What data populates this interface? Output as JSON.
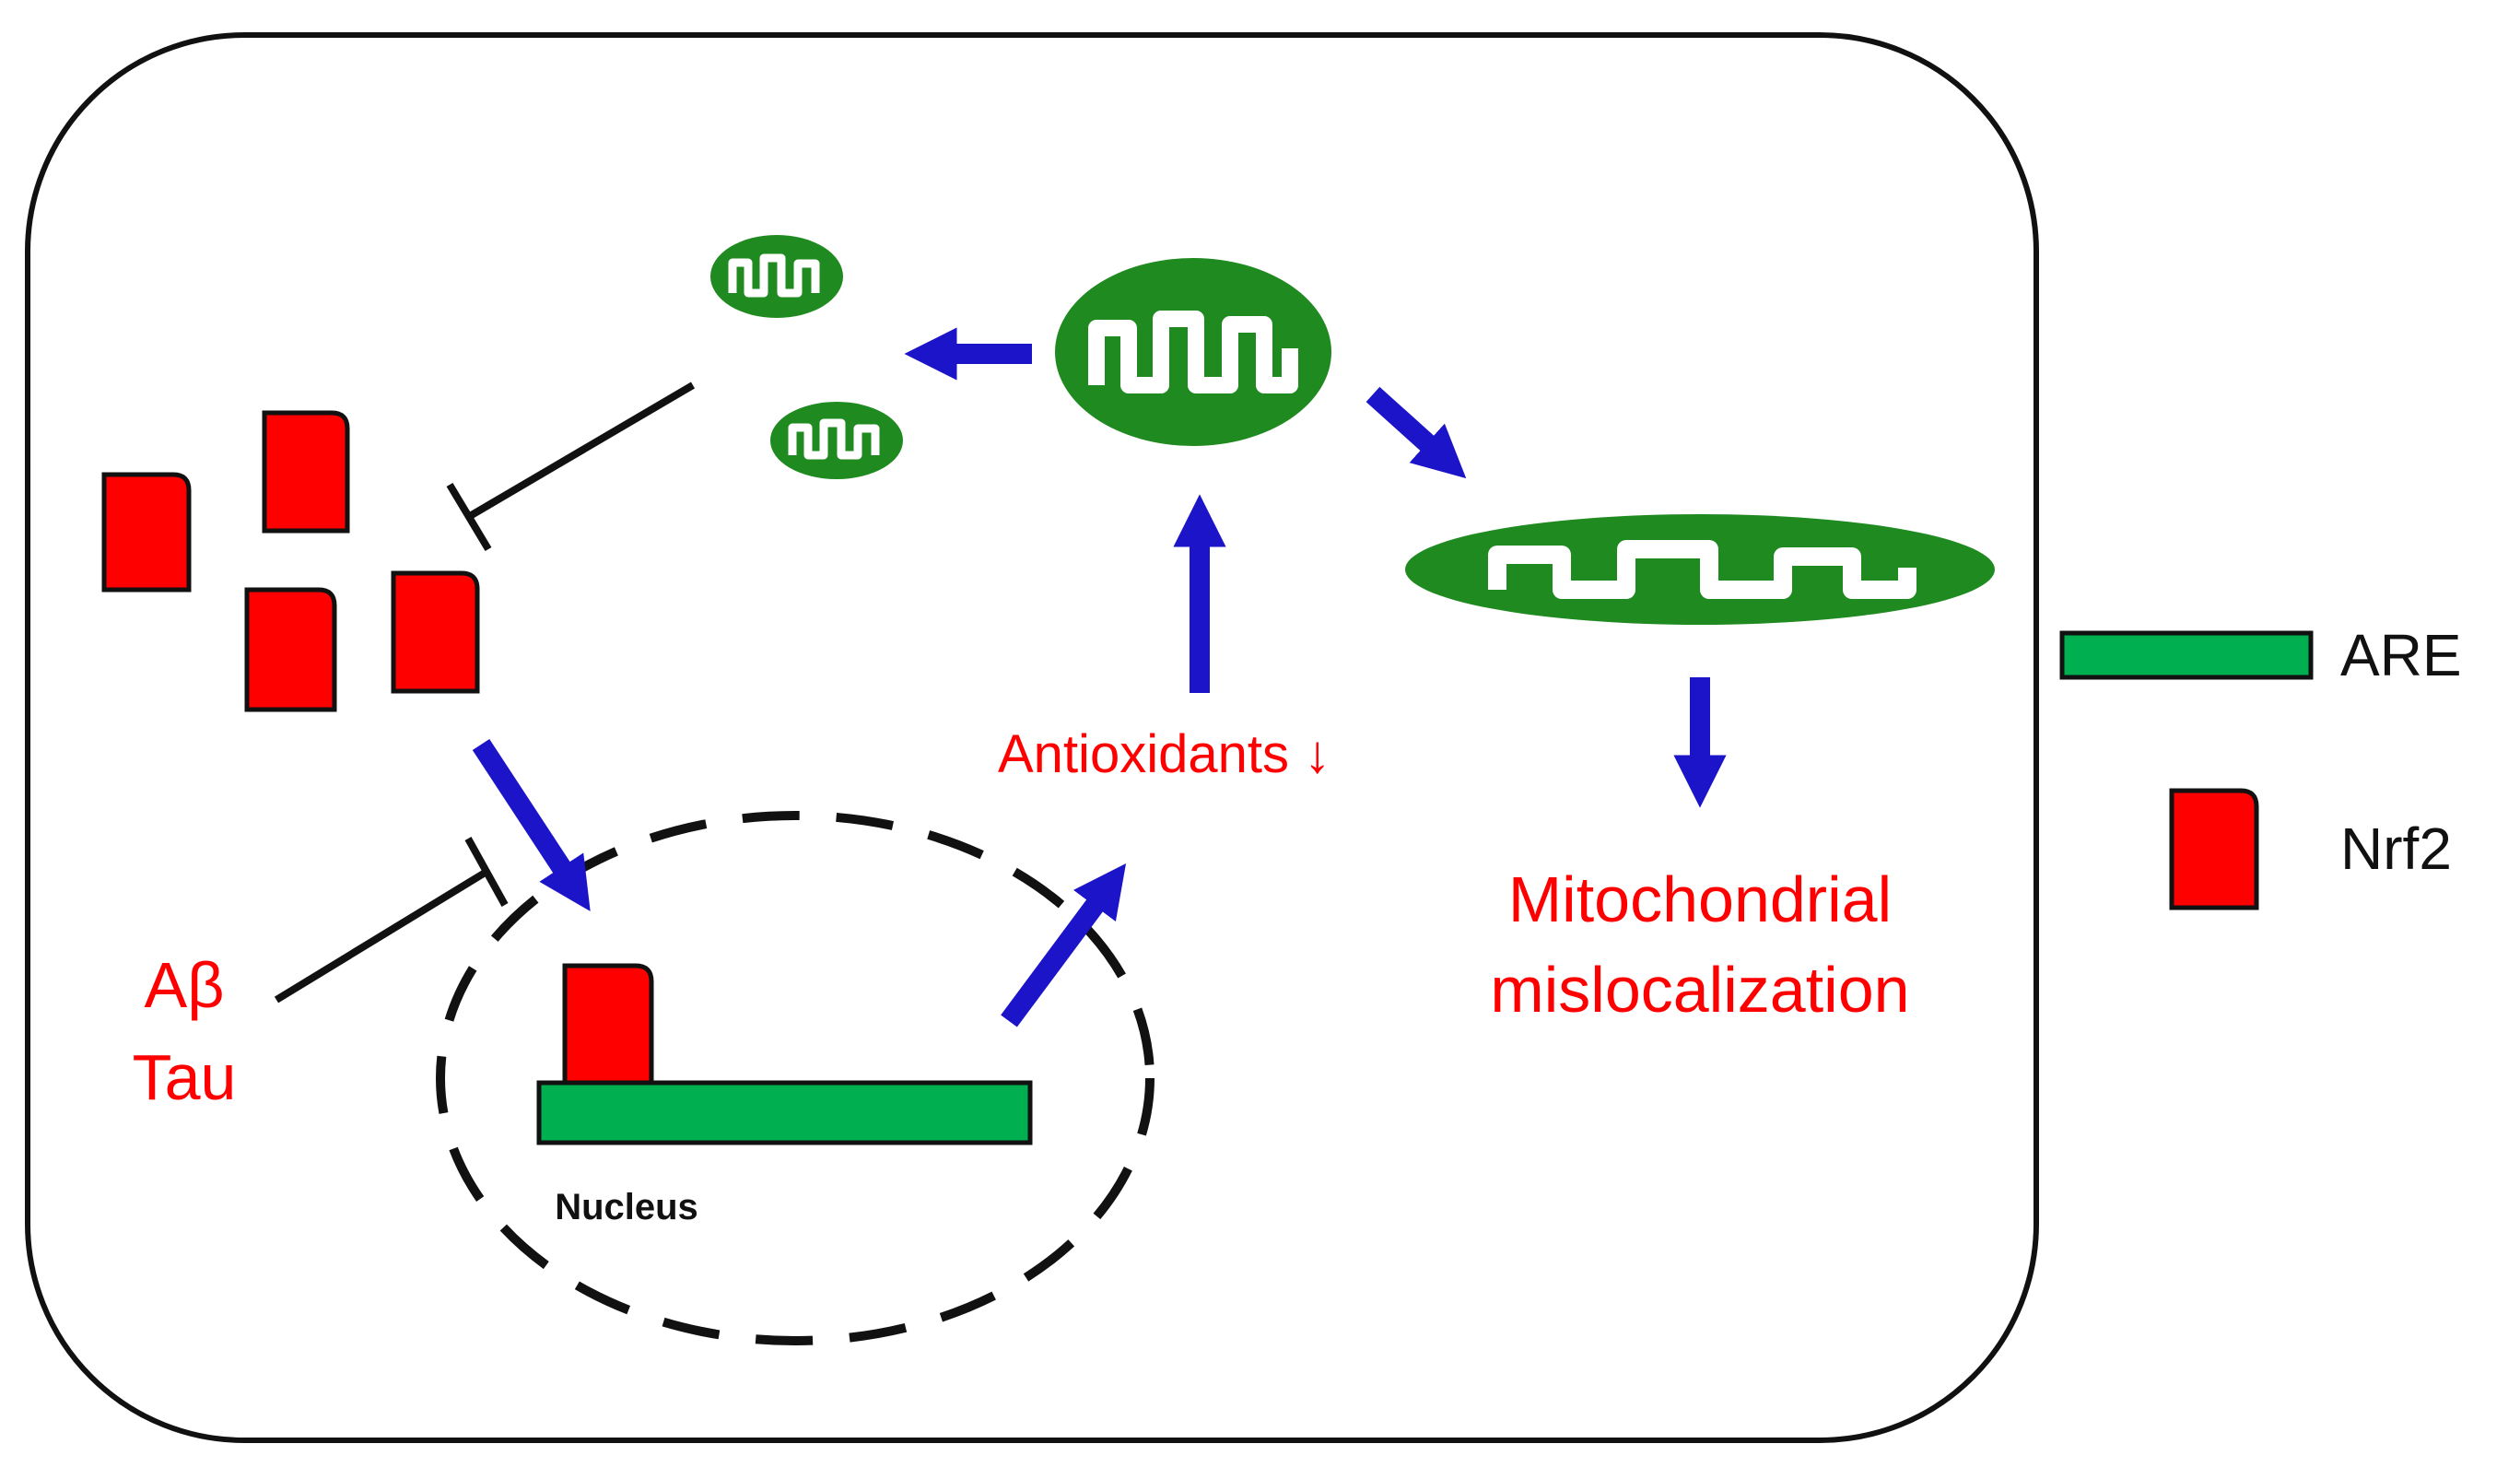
{
  "labels": {
    "abeta": "Aβ",
    "tau": "Tau",
    "nucleus": "Nucleus",
    "antioxidants": "Antioxidants ↓",
    "mito_line1": "Mitochondrial",
    "mito_line2": "mislocalization"
  },
  "legend": {
    "are": "ARE",
    "nrf2": "Nrf2"
  },
  "colors": {
    "nrf2": "#ff0000",
    "are": "#00b050",
    "mitochondria": "#1f8a1f",
    "arrow": "#1c14c8",
    "inhibition": "#111111",
    "cell_border": "#111111",
    "label_red": "#ff0000"
  }
}
